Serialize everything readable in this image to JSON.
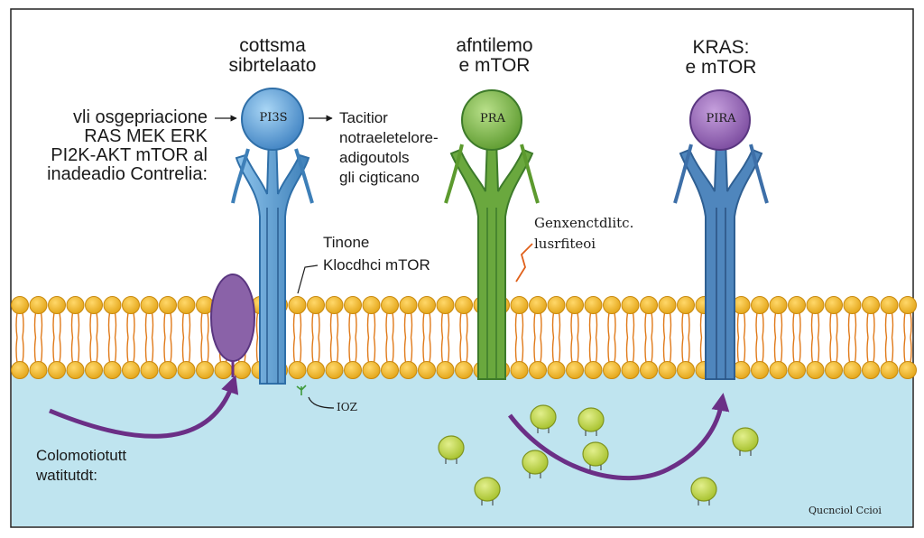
{
  "colors": {
    "membrane_head": "#f2b42a",
    "membrane_tail": "#e07a1a",
    "cytoplasm": "#bfe4ef",
    "receptor_blue": "#5aa0d8",
    "receptor_blue_dark": "#2f6fa8",
    "receptor_green": "#6aa83e",
    "receptor_green_dark": "#3d7a2a",
    "receptor_purple": "#8a5aa6",
    "purple_protein": "#8a62a8",
    "arrow_purple": "#6b2f86",
    "molecule_green": "#b7cf3a"
  },
  "icons": [
    "receptor-left",
    "receptor-middle",
    "receptor-right",
    "membrane-protein",
    "signal-molecule",
    "curved-arrow"
  ],
  "labels": {
    "receptor1_title": "cottsma\nsibrtelaato",
    "receptor2_title": "afntilemo\ne mTOR",
    "receptor3_title": "KRAS:\ne mTOR",
    "receptor1_head": "PI3S",
    "receptor2_head": "PRA",
    "receptor3_head": "PIRA",
    "left_block": "vli osgepriacione\nRAS MEK ERK\nPI2K-AKT mTOR al\ninadeadio Contrelia:",
    "right_block": "Tacitior\nnotraeletelore-\nadigoutols\ngli cigticano",
    "mid_label": "Tinone\nKlocdhci mTOR",
    "right_mid_label": "Genxenctdlitc.\nlusrfiteoi",
    "small_label": "IOZ",
    "bottom_left": "Colomotiotutt\nwatitutdt:",
    "footer": "Qucnciol Ccioi"
  }
}
